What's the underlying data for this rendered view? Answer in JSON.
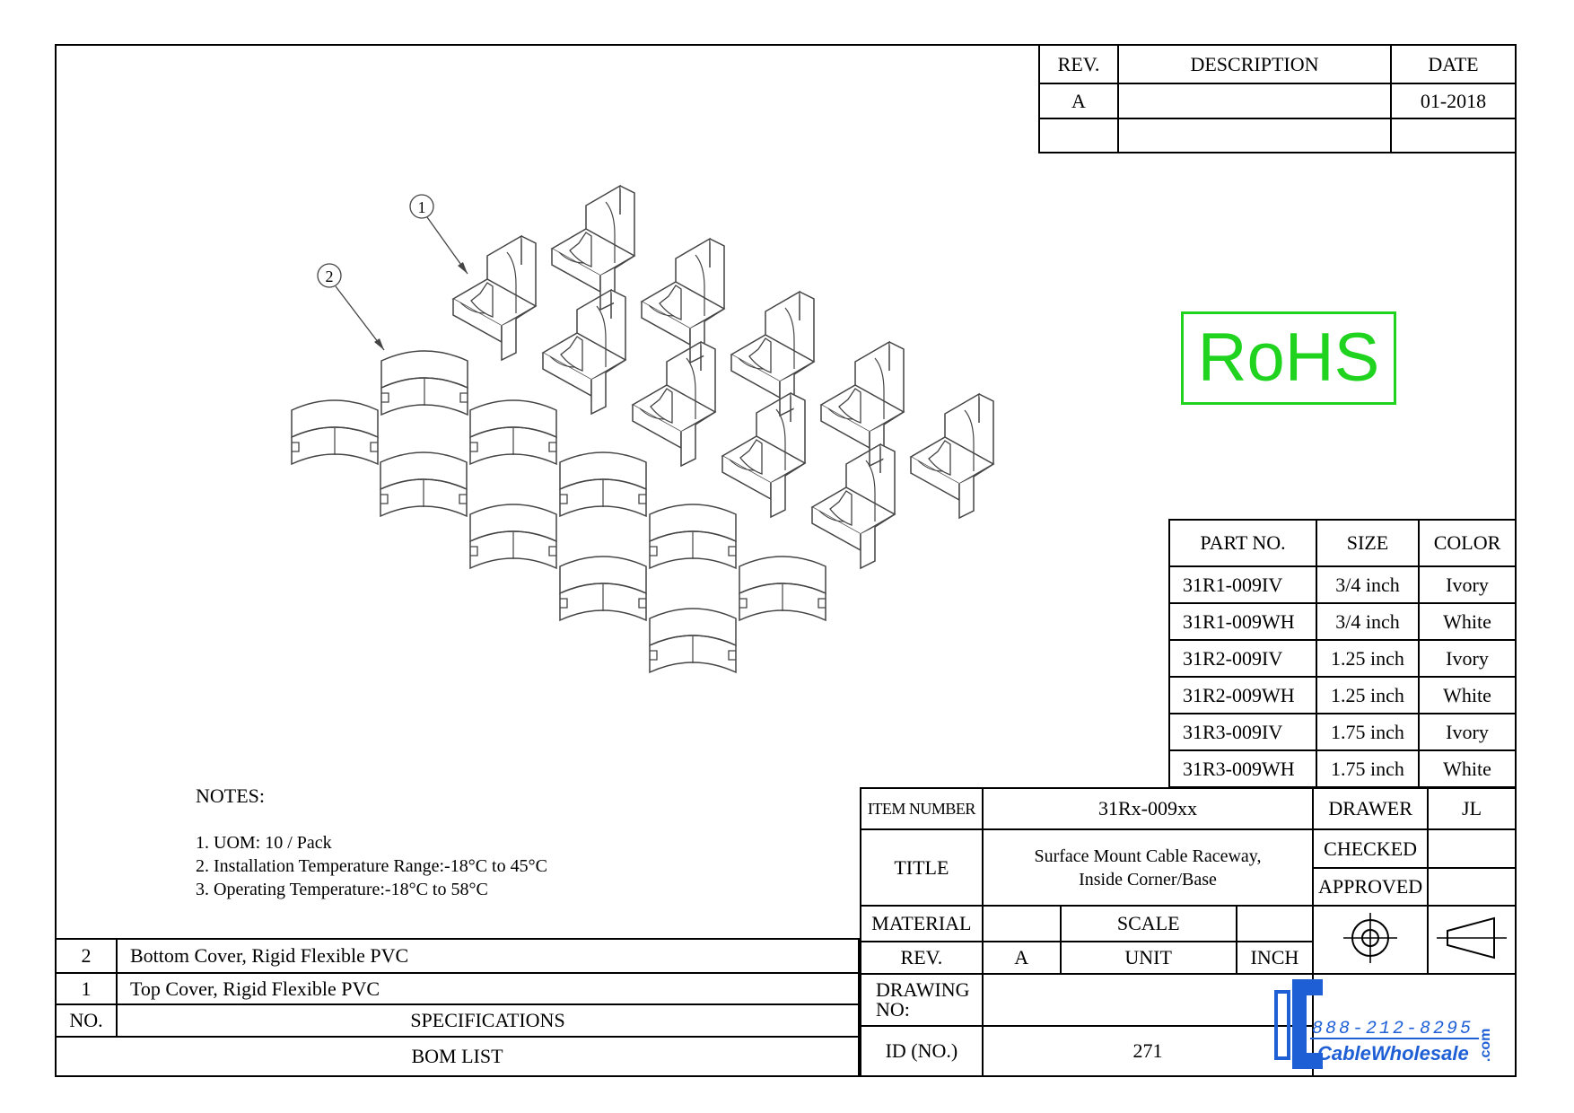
{
  "revision_table": {
    "headers": {
      "rev": "REV.",
      "description": "DESCRIPTION",
      "date": "DATE"
    },
    "rows": [
      {
        "rev": "A",
        "description": "",
        "date": "01-2018"
      },
      {
        "rev": "",
        "description": "",
        "date": ""
      }
    ]
  },
  "rohs": "RoHS",
  "callouts": [
    "1",
    "2"
  ],
  "parts_table": {
    "headers": {
      "part": "PART NO.",
      "size": "SIZE",
      "color": "COLOR"
    },
    "rows": [
      {
        "part": "31R1-009IV",
        "size": "3/4 inch",
        "color": "Ivory"
      },
      {
        "part": "31R1-009WH",
        "size": "3/4 inch",
        "color": "White"
      },
      {
        "part": "31R2-009IV",
        "size": "1.25 inch",
        "color": "Ivory"
      },
      {
        "part": "31R2-009WH",
        "size": "1.25 inch",
        "color": "White"
      },
      {
        "part": "31R3-009IV",
        "size": "1.75 inch",
        "color": "Ivory"
      },
      {
        "part": "31R3-009WH",
        "size": "1.75 inch",
        "color": "White"
      }
    ]
  },
  "notes": {
    "heading": "NOTES:",
    "items": [
      "1. UOM: 10 / Pack",
      "2. Installation Temperature Range:-18°C to 45°C",
      "3. Operating Temperature:-18°C to 58°C"
    ]
  },
  "bom": {
    "rows": [
      {
        "no": "2",
        "spec": "Bottom Cover, Rigid Flexible PVC"
      },
      {
        "no": "1",
        "spec": "Top Cover, Rigid Flexible PVC"
      }
    ],
    "header_no": "NO.",
    "header_spec": "SPECIFICATIONS",
    "footer": "BOM LIST"
  },
  "title_block": {
    "item_number_label": "ITEM NUMBER",
    "item_number": "31Rx-009xx",
    "title_label": "TITLE",
    "title_line1": "Surface Mount Cable Raceway,",
    "title_line2": "Inside Corner/Base",
    "material_label": "MATERIAL",
    "material": "",
    "scale_label": "SCALE",
    "scale": "",
    "rev_label": "REV.",
    "rev": "A",
    "unit_label": "UNIT",
    "unit": "INCH",
    "drawing_no_label_1": "DRAWING",
    "drawing_no_label_2": "NO:",
    "drawing_no": "",
    "id_label": "ID (NO.)",
    "id": "271",
    "drawer_label": "DRAWER",
    "drawer": "JL",
    "checked_label": "CHECKED",
    "checked": "",
    "approved_label": "APPROVED",
    "approved": ""
  },
  "logo": {
    "phone": "888-212-8295",
    "brand": "CableWholesale",
    "tld": ".com",
    "color": "#1f5fd6"
  }
}
